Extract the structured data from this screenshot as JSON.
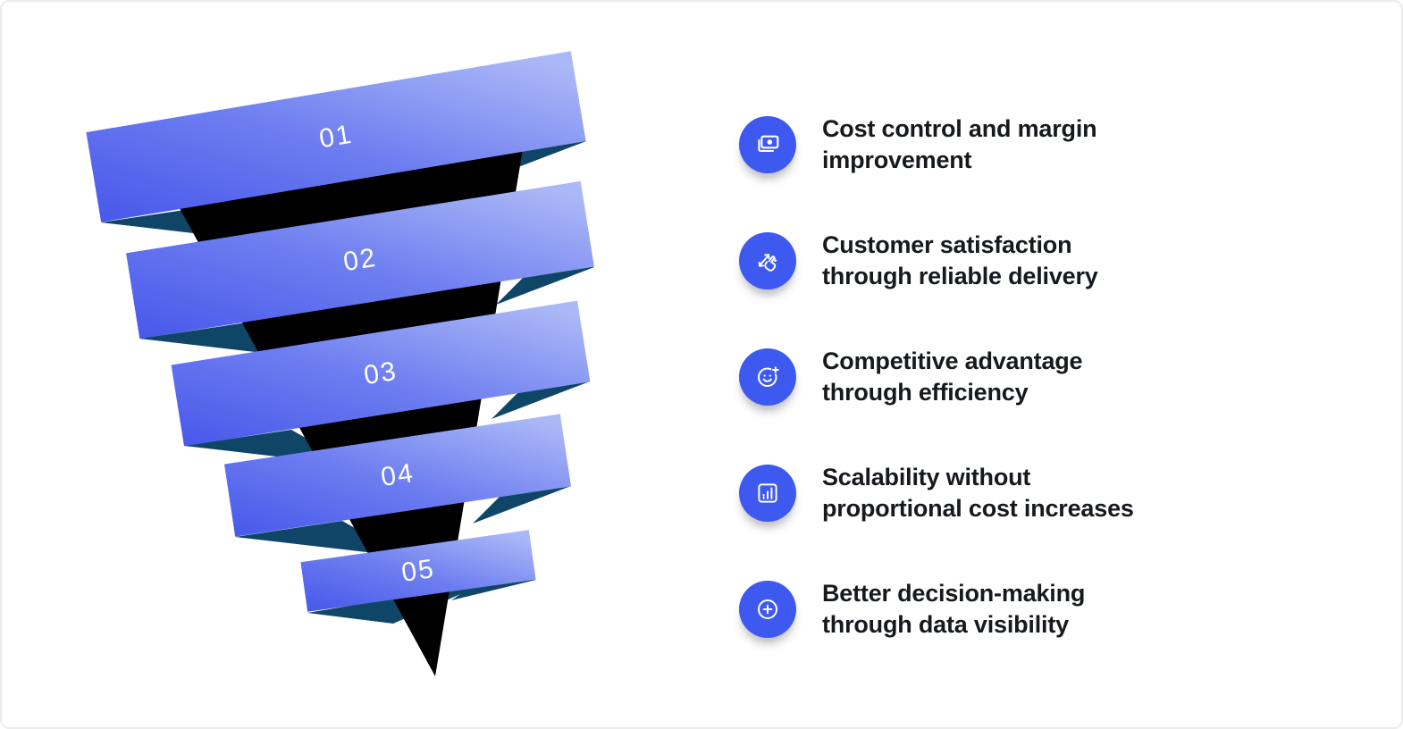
{
  "canvas": {
    "background": "#ffffff",
    "border_color": "#ececec"
  },
  "funnel": {
    "steps": [
      {
        "label": "01"
      },
      {
        "label": "02"
      },
      {
        "label": "03"
      },
      {
        "label": "04"
      },
      {
        "label": "05"
      }
    ],
    "colors": {
      "ribbon_gradient_start": "#4757ea",
      "ribbon_gradient_mid": "#6d7df0",
      "ribbon_gradient_end": "#abb8f7",
      "fold": "#0f4668",
      "core": "#000000",
      "label": "#ffffff"
    }
  },
  "benefits": {
    "icon_bg": "#3e59f0",
    "text_color": "#16191d",
    "items": [
      {
        "icon": "banknote-icon",
        "line1": "Cost control and margin",
        "line2": "improvement"
      },
      {
        "icon": "swipe-hand-icon",
        "line1": "Customer satisfaction",
        "line2": "through reliable delivery"
      },
      {
        "icon": "smiley-plus-icon",
        "line1": "Competitive advantage",
        "line2": "through efficiency"
      },
      {
        "icon": "bar-chart-icon",
        "line1": "Scalability without",
        "line2": "proportional cost increases"
      },
      {
        "icon": "circle-plus-icon",
        "line1": "Better decision-making",
        "line2": "through data visibility"
      }
    ]
  }
}
